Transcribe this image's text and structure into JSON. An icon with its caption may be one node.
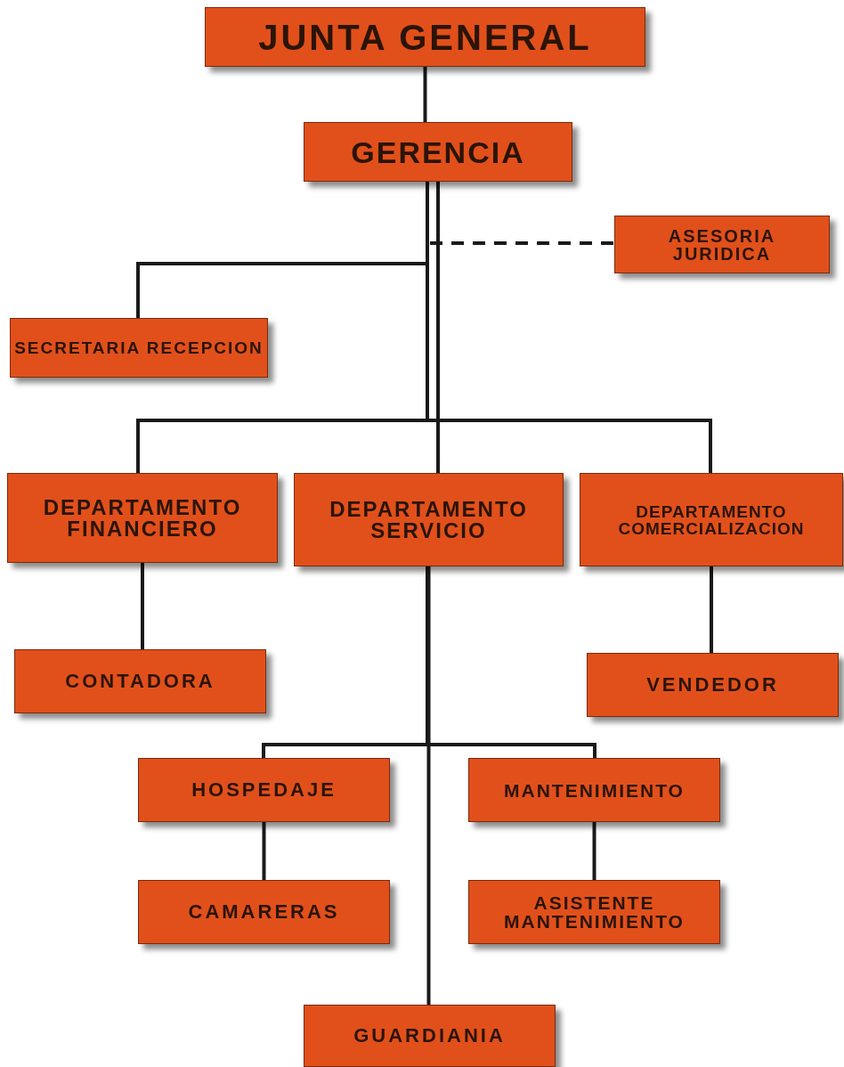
{
  "diagram": {
    "nodes": [
      {
        "text": [
          "JUNTA GENERAL"
        ]
      },
      {
        "text": [
          "GERENCIA"
        ]
      },
      {
        "text": [
          "ASESORIA JURIDICA"
        ]
      },
      {
        "text": [
          "SECRETARIA RECEPCION"
        ]
      },
      {
        "text": [
          "DEPARTAMENTO FINANCIERO"
        ]
      },
      {
        "text": [
          "DEPARTAMENTO SERVICIO"
        ]
      },
      {
        "text": [
          "DEPARTAMENTO COMERCIALIZACION"
        ]
      },
      {
        "text": [
          "CONTADORA"
        ]
      },
      {
        "text": [
          "VENDEDOR"
        ]
      },
      {
        "text": [
          "HOSPEDAJE"
        ]
      },
      {
        "text": [
          "MANTENIMIENTO"
        ]
      },
      {
        "text": [
          "CAMARERAS"
        ]
      },
      {
        "text": [
          "ASISTENTE MANTENIMIENTO"
        ]
      },
      {
        "text": [
          "GUARDIANIA"
        ]
      }
    ],
    "edges": [
      {
        "from": 0,
        "to": 1,
        "arrow": "none"
      },
      {
        "from": 1,
        "to": 2,
        "arrow": "none",
        "style": "dashed"
      },
      {
        "from": 1,
        "to": 3,
        "arrow": "none"
      },
      {
        "from": 1,
        "to": 4,
        "arrow": "none"
      },
      {
        "from": 1,
        "to": 5,
        "arrow": "none"
      },
      {
        "from": 1,
        "to": 6,
        "arrow": "none"
      },
      {
        "from": 4,
        "to": 7,
        "arrow": "none"
      },
      {
        "from": 6,
        "to": 8,
        "arrow": "none"
      },
      {
        "from": 5,
        "to": 9,
        "arrow": "none"
      },
      {
        "from": 5,
        "to": 10,
        "arrow": "none"
      },
      {
        "from": 9,
        "to": 11,
        "arrow": "none"
      },
      {
        "from": 10,
        "to": 12,
        "arrow": "none"
      },
      {
        "from": 5,
        "to": 13,
        "arrow": "none"
      }
    ]
  }
}
